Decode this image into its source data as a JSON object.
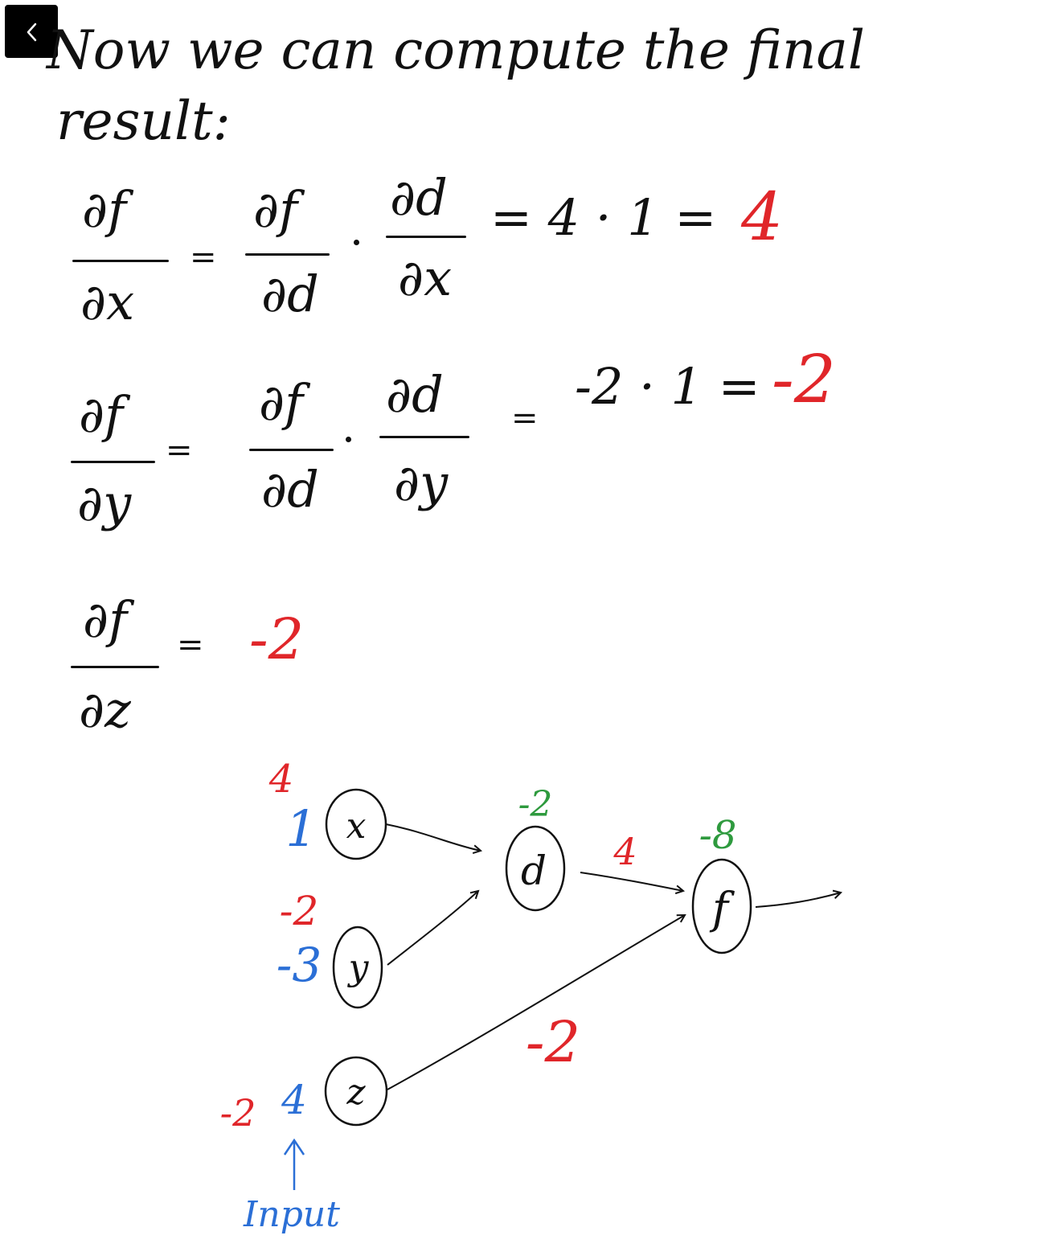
{
  "back_button_icon": "chevron-left-icon",
  "intro_line1": "Now we can compute the final",
  "intro_line2": "result:",
  "partial": "∂",
  "eq1": {
    "lhs_num": "f",
    "lhs_den": "x",
    "t1_num": "f",
    "t1_den": "d",
    "t2_num": "d",
    "t2_den": "x",
    "eval": "= 4 · 1 =",
    "result": "4"
  },
  "eq2": {
    "lhs_num": "f",
    "lhs_den": "y",
    "t1_num": "f",
    "t1_den": "d",
    "t2_num": "d",
    "t2_den": "y",
    "eval": "-2 · 1 =",
    "result": "-2"
  },
  "eq3": {
    "lhs_num": "f",
    "lhs_den": "z",
    "result": "-2"
  },
  "graph": {
    "nodes": {
      "x": "x",
      "y": "y",
      "z": "z",
      "d": "d",
      "f": "f"
    },
    "inputs": {
      "x": "1",
      "y": "-3",
      "z": "4"
    },
    "gradients": {
      "x": "4",
      "y": "-2",
      "z": "-2",
      "d_to_f": "4",
      "z_to_f": "-2"
    },
    "forward": {
      "d": "-2",
      "f": "-8"
    },
    "input_label": "Input"
  },
  "colors": {
    "ink": "#111111",
    "gradient": "#e0262a",
    "value": "#2b6fd6",
    "forward": "#2e9a3e"
  }
}
